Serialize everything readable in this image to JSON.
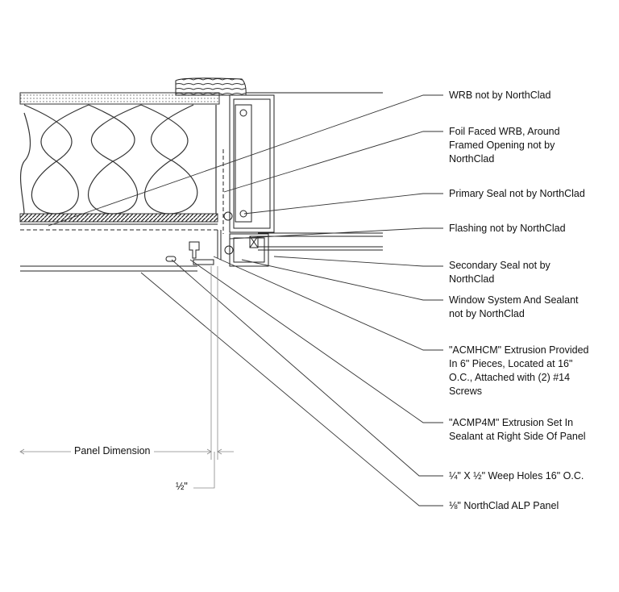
{
  "callouts": [
    {
      "id": "wrb",
      "text": "WRB not by NorthClad"
    },
    {
      "id": "foil",
      "text": "Foil Faced WRB, Around\nFramed Opening not by\nNorthClad"
    },
    {
      "id": "primary",
      "text": "Primary Seal not by NorthClad"
    },
    {
      "id": "flashing",
      "text": "Flashing not by NorthClad"
    },
    {
      "id": "secondary",
      "text": "Secondary Seal not by\nNorthClad"
    },
    {
      "id": "window",
      "text": "Window System And Sealant\nnot by NorthClad"
    },
    {
      "id": "acmhcm",
      "text": "\"ACMHCM\" Extrusion Provided\nIn 6\" Pieces, Located at 16\"\nO.C., Attached with (2) #14\nScrews"
    },
    {
      "id": "acmp4m",
      "text": "\"ACMP4M\" Extrusion Set In\nSealant at Right Side Of Panel"
    },
    {
      "id": "weep",
      "text": "¼\" X ½\" Weep Holes 16\" O.C."
    },
    {
      "id": "panel",
      "text": "⅛\" NorthClad ALP Panel"
    }
  ],
  "dimensions": {
    "panel": "Panel Dimension",
    "gap": "½\""
  }
}
